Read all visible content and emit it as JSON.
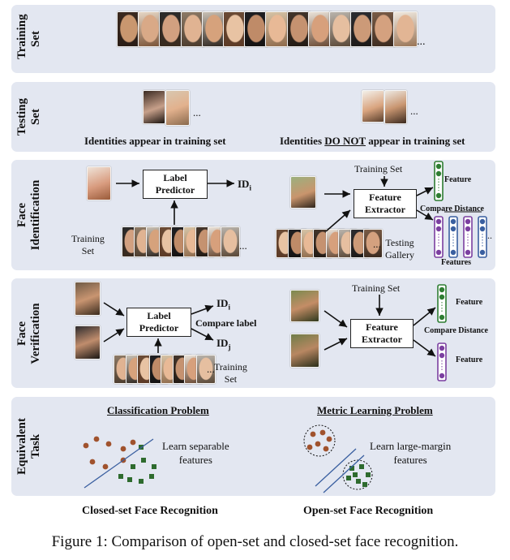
{
  "rows": {
    "training": "Training Set",
    "testing": "Testing Set",
    "identification": "Face Identification",
    "verification": "Face Verification",
    "task": "Equivalent Task"
  },
  "training_panel": {
    "ellipsis": "..."
  },
  "testing_panel": {
    "closed_label": "Identities appear in training set",
    "open_label_pre": "Identities ",
    "open_label_em": "DO NOT",
    "open_label_post": " appear in training set",
    "ellipsis": "..."
  },
  "identification_panel": {
    "label_predictor": [
      "Label",
      "Predictor"
    ],
    "id_output": "ID",
    "id_sub": "i",
    "training_set": [
      "Training",
      "Set"
    ],
    "training_set_top": "Training Set",
    "feature_extractor": [
      "Feature",
      "Extractor"
    ],
    "feature": "Feature",
    "compare_distance": "Compare Distance",
    "features": "Features",
    "testing_gallery": [
      "Testing",
      "Gallery"
    ],
    "ellipsis": "..."
  },
  "verification_panel": {
    "label_predictor": [
      "Label",
      "Predictor"
    ],
    "id_i": "ID",
    "id_i_sub": "i",
    "id_j": "ID",
    "id_j_sub": "j",
    "compare_label": "Compare label",
    "training_set": [
      "Training",
      "Set"
    ],
    "training_set_top": "Training Set",
    "feature_extractor": [
      "Feature",
      "Extractor"
    ],
    "feature": "Feature",
    "compare_distance": "Compare Distance",
    "ellipsis": "..."
  },
  "task_panel": {
    "classification_title": "Classification Problem",
    "classification_desc": [
      "Learn separable",
      "features"
    ],
    "metric_title": "Metric Learning Problem",
    "metric_desc": [
      "Learn large-margin",
      "features"
    ]
  },
  "footer": {
    "closed": "Closed-set Face Recognition",
    "open": "Open-set Face Recognition"
  },
  "caption": "Figure 1: Comparison of open-set and closed-set face recognition.",
  "colors": {
    "panel": "#e3e7f1",
    "brown_dots": "#a0522d",
    "green_squares": "#2e6b2e",
    "feature_green": "#2e7d32",
    "feature_purple": "#7b3fa0",
    "separator": "#3a5fa0"
  }
}
